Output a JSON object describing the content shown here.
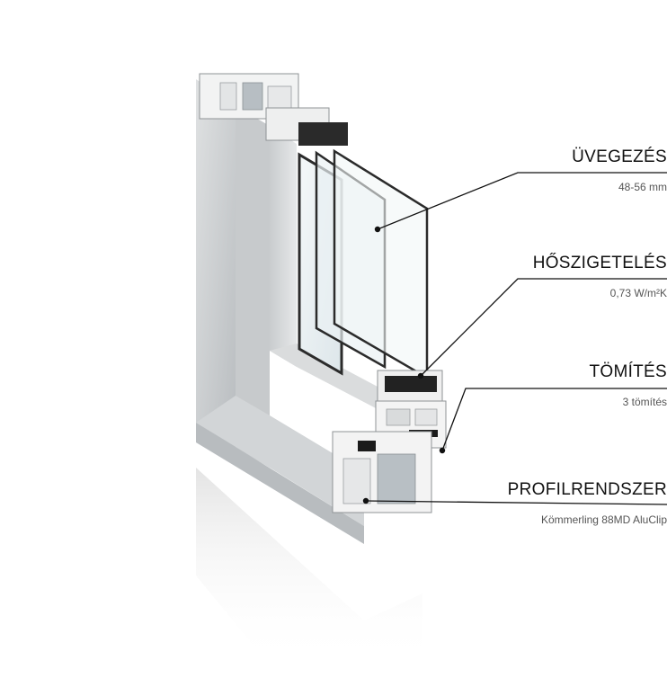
{
  "callouts": [
    {
      "title": "ÜVEGEZÉS",
      "value": "48-56 mm"
    },
    {
      "title": "HŐSZIGETELÉS",
      "value": "0,73  W/m²K"
    },
    {
      "title": "TÖMÍTÉS",
      "value": "3 tömítés"
    },
    {
      "title": "PROFILRENDSZER",
      "value": "Kömmerling 88MD AluClip"
    }
  ],
  "colors": {
    "frame": "#cfd2d4",
    "frame_dark": "#a9adb0",
    "glass": "#eef4f6",
    "seal": "#1b1b1b",
    "leader": "#111111"
  }
}
